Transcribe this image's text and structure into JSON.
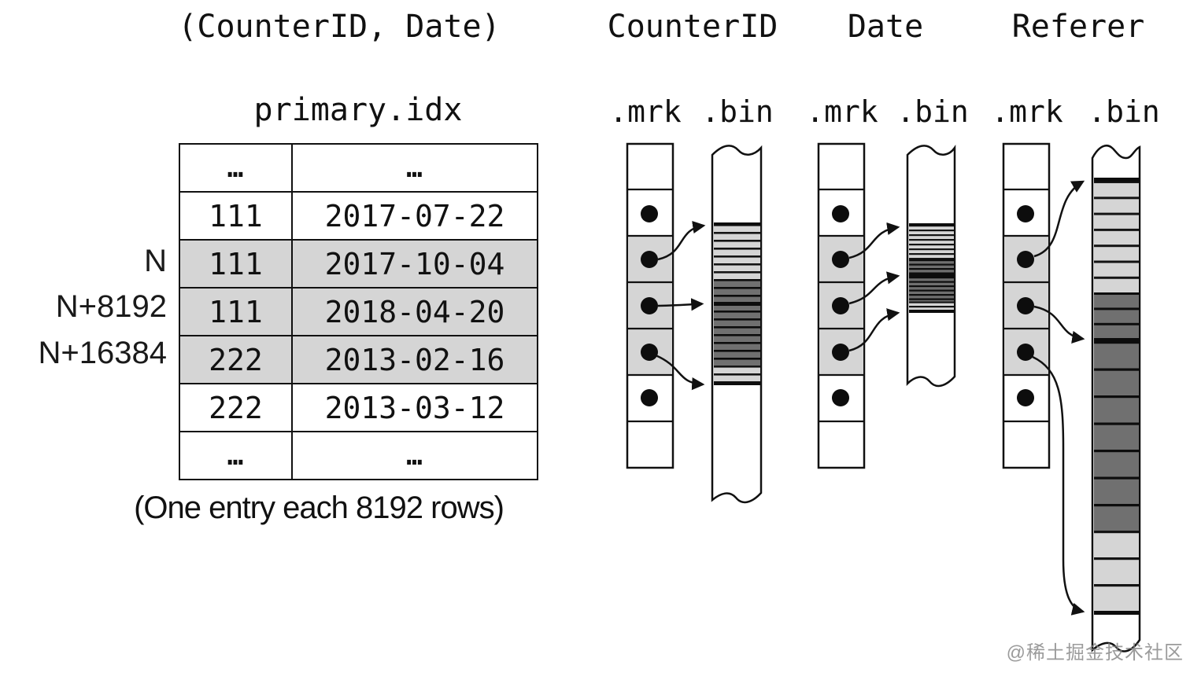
{
  "sort_key_title": "(CounterID, Date)",
  "primary_index": {
    "file_label": "primary.idx",
    "caption": "(One entry each 8192 rows)",
    "rows": [
      {
        "counter_id": "…",
        "date": "…"
      },
      {
        "counter_id": "111",
        "date": "2017-07-22"
      },
      {
        "counter_id": "111",
        "date": "2017-10-04"
      },
      {
        "counter_id": "111",
        "date": "2018-04-20"
      },
      {
        "counter_id": "222",
        "date": "2013-02-16"
      },
      {
        "counter_id": "222",
        "date": "2013-03-12"
      },
      {
        "counter_id": "…",
        "date": "…"
      }
    ],
    "highlighted_row_indices": [
      2,
      3,
      4
    ],
    "row_labels": [
      {
        "text": "N"
      },
      {
        "text": "N+8192"
      },
      {
        "text": "N+16384"
      }
    ]
  },
  "column_groups": [
    {
      "name": "CounterID",
      "mark_file": ".mrk",
      "data_file": ".bin",
      "marks": 5,
      "arrows": 3
    },
    {
      "name": "Date",
      "mark_file": ".mrk",
      "data_file": ".bin",
      "marks": 5,
      "arrows": 3
    },
    {
      "name": "Referer",
      "mark_file": ".mrk",
      "data_file": ".bin",
      "marks": 5,
      "arrows": 3
    }
  ],
  "colors": {
    "highlight_gray": "#d5d5d5",
    "granule_light": "#d5d5d5",
    "granule_dark": "#707070",
    "ink": "#111111"
  },
  "watermark": "@稀土掘金技术社区"
}
